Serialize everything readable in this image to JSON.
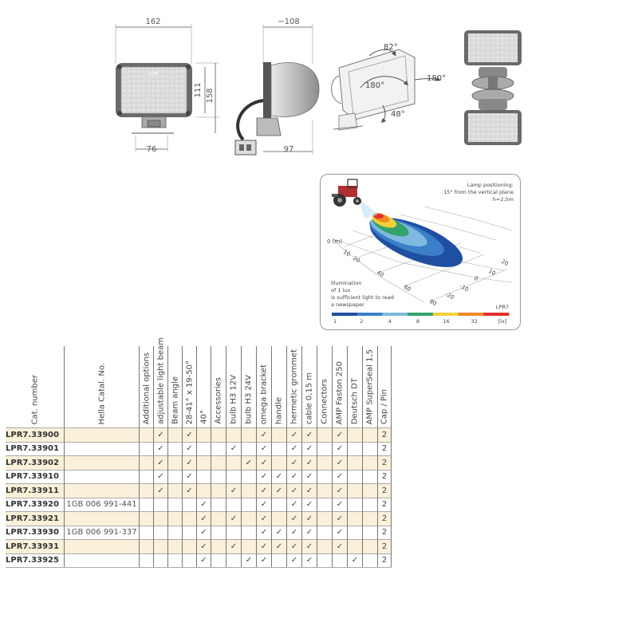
{
  "drawings": {
    "front": {
      "width": "162",
      "height_outer": "158",
      "height_inner": "111",
      "base": "76",
      "lens_label": "108"
    },
    "side": {
      "depth_top": "~108",
      "depth_bottom": "97"
    },
    "angles": {
      "top": "82°",
      "left": "180°",
      "right": "180°",
      "down": "48°"
    }
  },
  "illumination": {
    "positioning_title": "Lamp positioning:",
    "positioning_line1": "15° from the vertical plane",
    "positioning_line2": "h=2,5m",
    "axis_unit": "0 (m)",
    "x_ticks": [
      "10",
      "20",
      "40",
      "60",
      "80"
    ],
    "y_ticks": [
      "20",
      "10",
      "0",
      "-10",
      "-20"
    ],
    "caption_lines": [
      "Illumination",
      "of 1 lux",
      "is sufficient light to read",
      "a newspaper"
    ],
    "model": "LPR7",
    "scale_values": [
      "1",
      "2",
      "4",
      "8",
      "16",
      "32",
      "[lx]"
    ],
    "scale_colors": [
      "#1f4fa0",
      "#3a7fc8",
      "#7fb8e0",
      "#33a36a",
      "#f2d038",
      "#f08a24",
      "#e03030"
    ]
  },
  "table": {
    "headers": [
      "Cat. number",
      "Hella Catal. No.",
      "Additional options",
      "adjustable light beam",
      "Beam angle",
      "28-41° x 19-50°",
      "40°",
      "Accessories",
      "bulb H3 12V",
      "bulb H3 24V",
      "omega bracket",
      "handle",
      "hermetic grommet",
      "cable 0,15 m",
      "Connectors",
      "AMP Faston 250",
      "Deutsch DT",
      "AMP SuperSeal 1,5",
      "Cap / Pin"
    ],
    "check": "✓",
    "rows": [
      {
        "cat": "LPR7.33900",
        "hella": "",
        "marks": [
          "",
          "1",
          "",
          "1",
          "",
          "",
          "",
          "",
          "1",
          "",
          "1",
          "1",
          "",
          "1",
          "",
          "",
          "2"
        ]
      },
      {
        "cat": "LPR7.33901",
        "hella": "",
        "marks": [
          "",
          "1",
          "",
          "1",
          "",
          "",
          "1",
          "",
          "1",
          "",
          "1",
          "1",
          "",
          "1",
          "",
          "",
          "2"
        ]
      },
      {
        "cat": "LPR7.33902",
        "hella": "",
        "marks": [
          "",
          "1",
          "",
          "1",
          "",
          "",
          "",
          "1",
          "1",
          "",
          "1",
          "1",
          "",
          "1",
          "",
          "",
          "2"
        ]
      },
      {
        "cat": "LPR7.33910",
        "hella": "",
        "marks": [
          "",
          "1",
          "",
          "1",
          "",
          "",
          "",
          "",
          "1",
          "1",
          "1",
          "1",
          "",
          "1",
          "",
          "",
          "2"
        ]
      },
      {
        "cat": "LPR7.33911",
        "hella": "",
        "marks": [
          "",
          "1",
          "",
          "1",
          "",
          "",
          "1",
          "",
          "1",
          "1",
          "1",
          "1",
          "",
          "1",
          "",
          "",
          "2"
        ]
      },
      {
        "cat": "LPR7.33920",
        "hella": "1GB 006 991-441",
        "marks": [
          "",
          "",
          "",
          "",
          "1",
          "",
          "",
          "",
          "1",
          "",
          "1",
          "1",
          "",
          "1",
          "",
          "",
          "2"
        ]
      },
      {
        "cat": "LPR7.33921",
        "hella": "",
        "marks": [
          "",
          "",
          "",
          "",
          "1",
          "",
          "1",
          "",
          "1",
          "",
          "1",
          "1",
          "",
          "1",
          "",
          "",
          "2"
        ]
      },
      {
        "cat": "LPR7.33930",
        "hella": "1GB 006 991-337",
        "marks": [
          "",
          "",
          "",
          "",
          "1",
          "",
          "",
          "",
          "1",
          "1",
          "1",
          "1",
          "",
          "1",
          "",
          "",
          "2"
        ]
      },
      {
        "cat": "LPR7.33931",
        "hella": "",
        "marks": [
          "",
          "",
          "",
          "",
          "1",
          "",
          "1",
          "",
          "1",
          "1",
          "1",
          "1",
          "",
          "1",
          "",
          "",
          "2"
        ]
      },
      {
        "cat": "LPR7.33925",
        "hella": "",
        "marks": [
          "",
          "",
          "",
          "",
          "1",
          "",
          "",
          "1",
          "1",
          "",
          "1",
          "1",
          "",
          "",
          "1",
          "",
          "2"
        ]
      }
    ]
  }
}
